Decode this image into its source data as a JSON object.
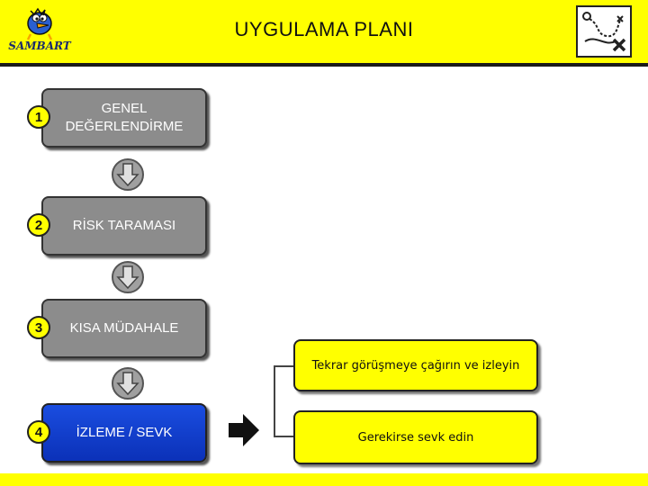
{
  "header": {
    "title": "UYGULAMA PLANI",
    "logo_text": "SAMBART"
  },
  "steps": [
    {
      "number": "1",
      "label": "GENEL DEĞERLENDİRME",
      "active": false
    },
    {
      "number": "2",
      "label": "RİSK TARAMASI",
      "active": false
    },
    {
      "number": "3",
      "label": "KISA MÜDAHALE",
      "active": false
    },
    {
      "number": "4",
      "label": "İZLEME / SEVK",
      "active": true
    }
  ],
  "outcomes": [
    {
      "label": "Tekrar görüşmeye çağırın ve izleyin"
    },
    {
      "label": "Gerekirse sevk edin"
    }
  ],
  "colors": {
    "header_bg": "#ffff00",
    "step_box": "#8c8c8c",
    "step_active": "#1a4de0",
    "outcome_bg": "#ffff00"
  }
}
